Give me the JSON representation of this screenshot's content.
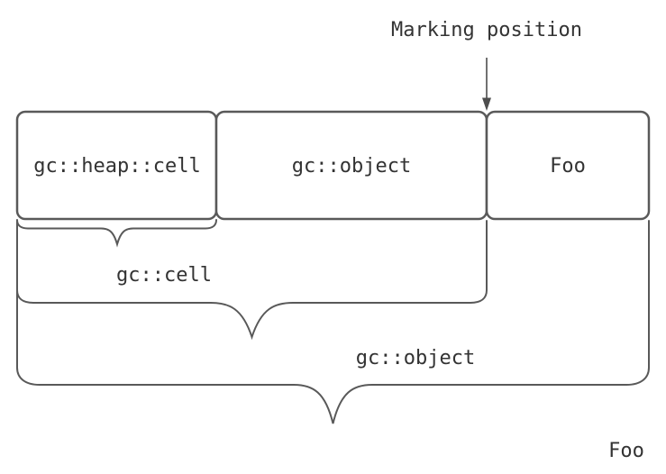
{
  "diagram": {
    "marking_label": "Marking position",
    "boxes": [
      {
        "label": "gc::heap::cell"
      },
      {
        "label": "gc::object"
      },
      {
        "label": "Foo"
      }
    ],
    "brace_labels": [
      {
        "label": "gc::cell"
      },
      {
        "label": "gc::object"
      },
      {
        "label": "Foo"
      }
    ],
    "colors": {
      "stroke": "#595959",
      "text": "#333333",
      "background": "#ffffff"
    }
  }
}
